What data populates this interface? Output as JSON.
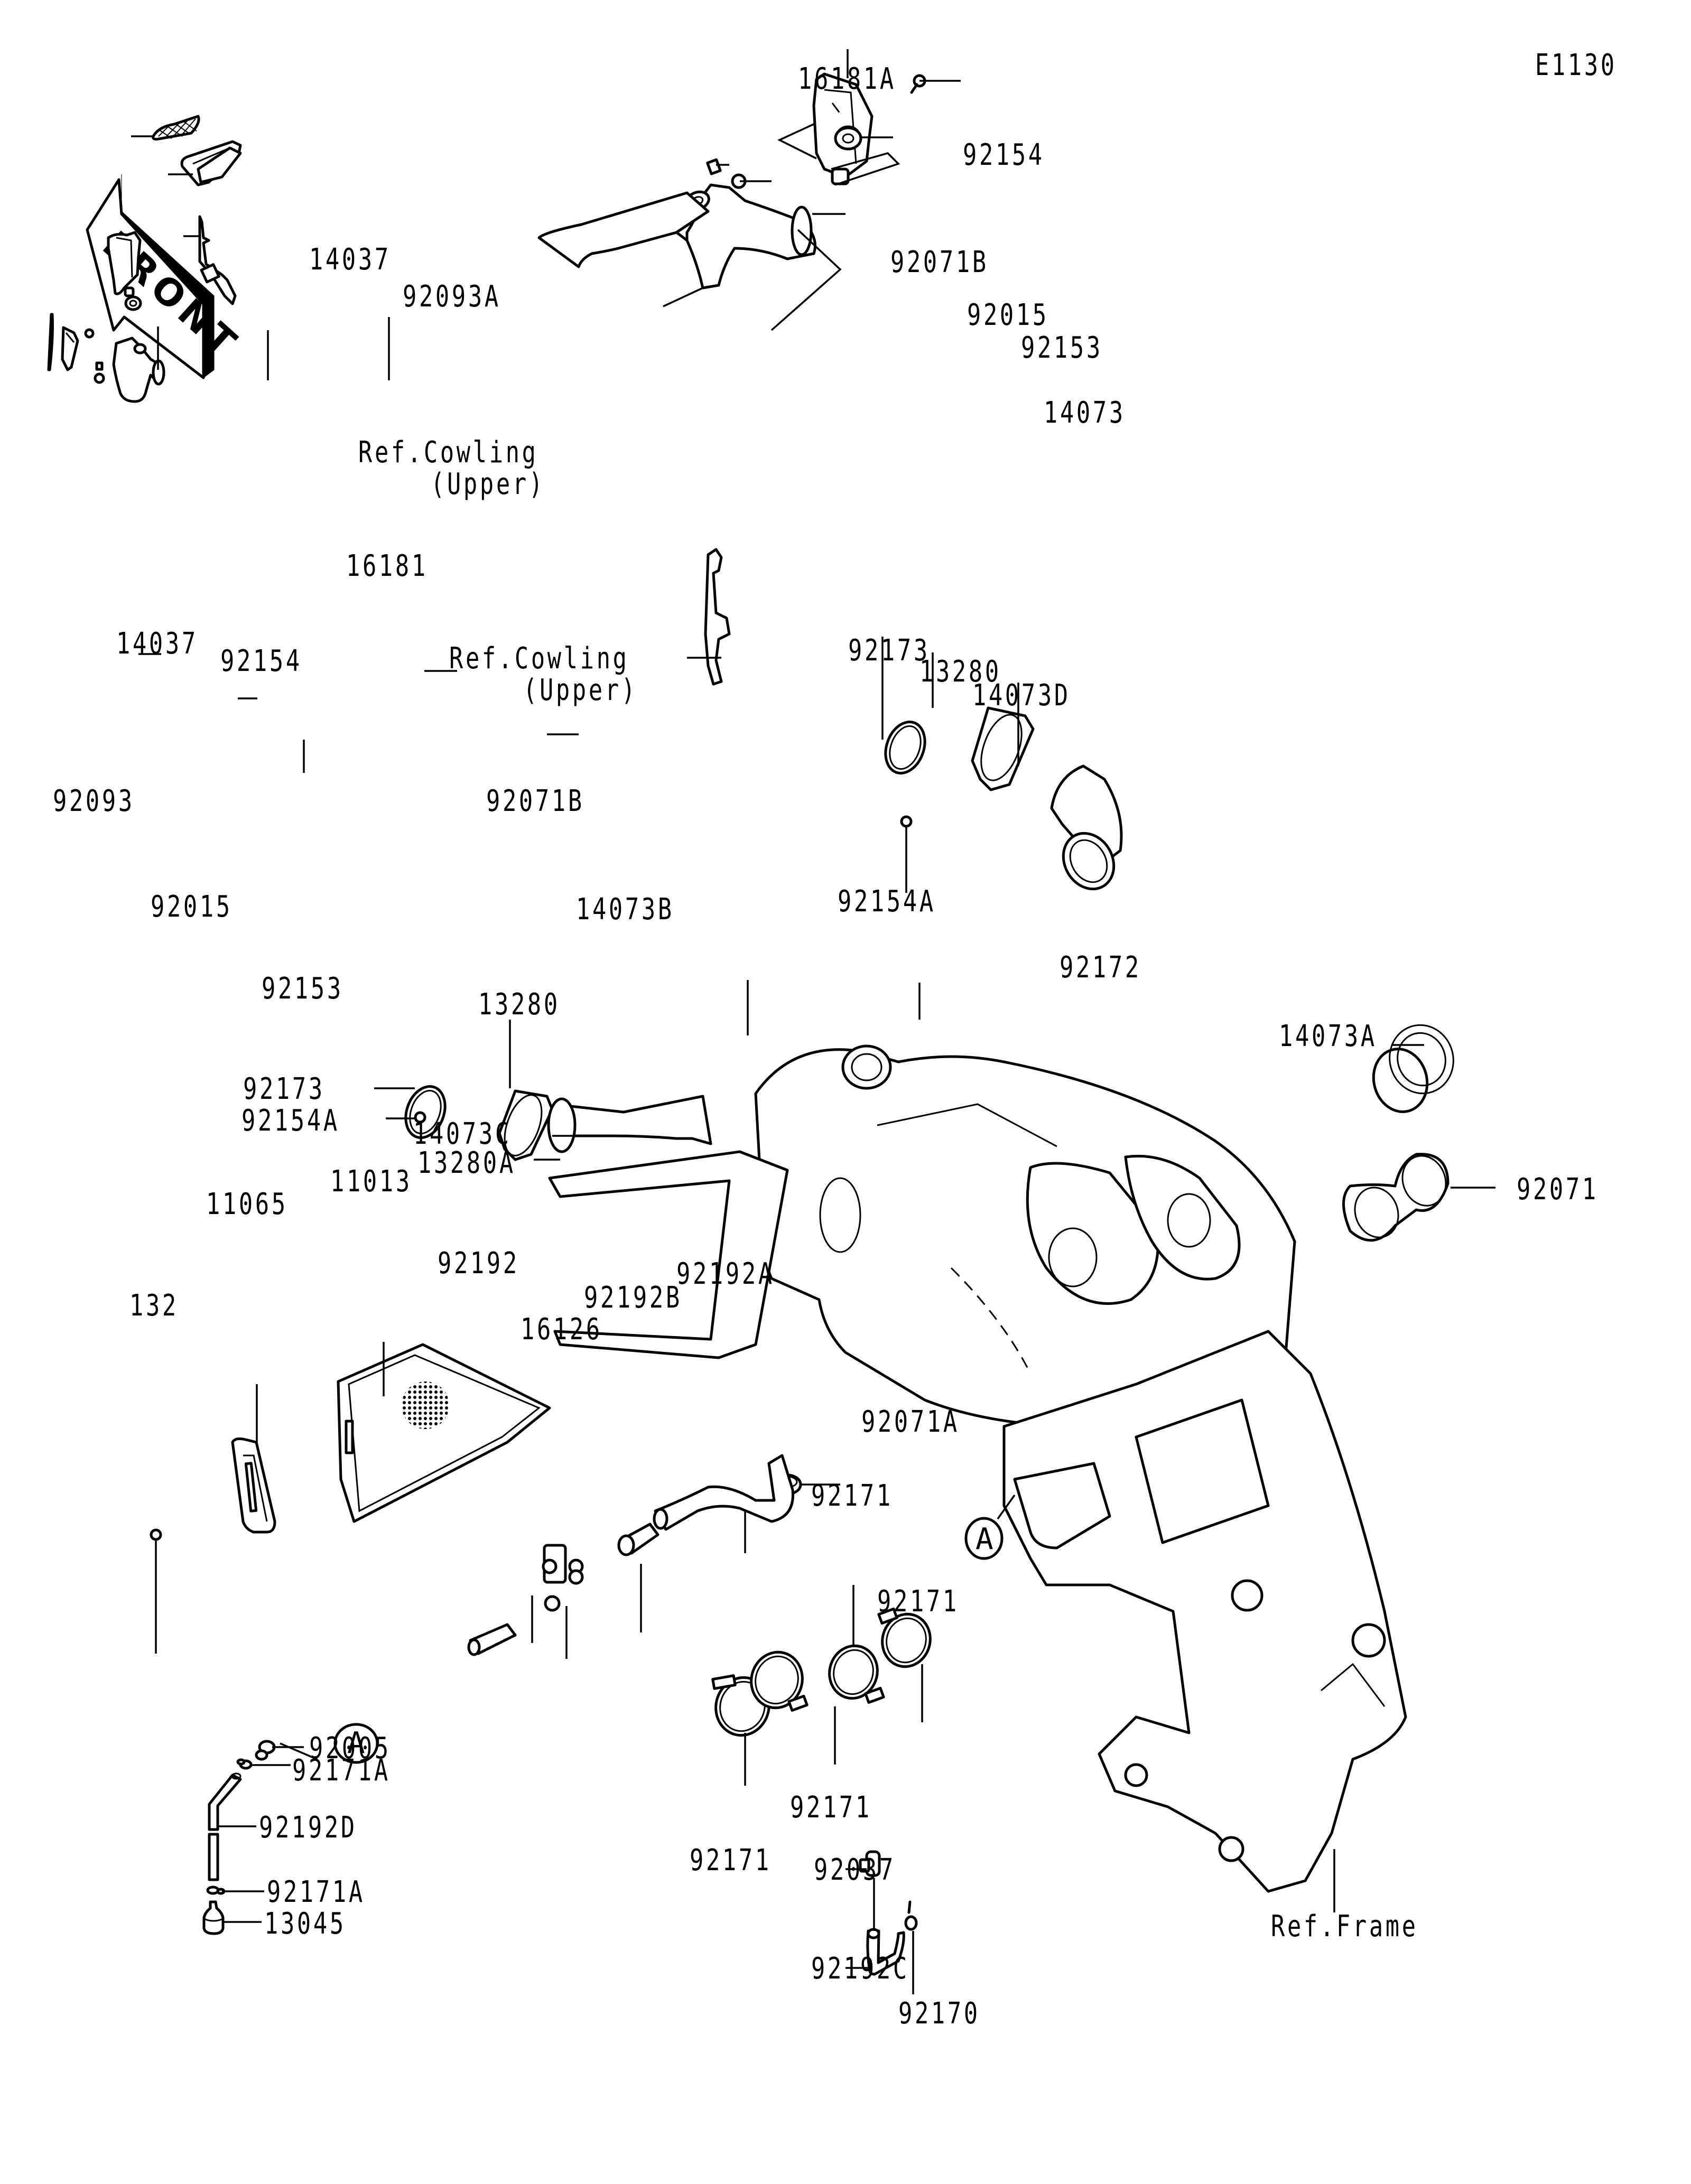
{
  "diagram": {
    "id_code": "E1130",
    "front_label": "FRONT",
    "icons": {
      "front_arrow": "front-direction-arrow-icon",
      "ref_circle": "reference-circle-marker"
    },
    "ref_markers": [
      {
        "key": "a_main",
        "text": "A"
      },
      {
        "key": "a_sub",
        "text": "A"
      }
    ],
    "callouts": [
      {
        "key": "c16181A",
        "text": "16181A"
      },
      {
        "key": "c92154_top",
        "text": "92154"
      },
      {
        "key": "c14037_top",
        "text": "14037"
      },
      {
        "key": "c92071B_top",
        "text": "92071B"
      },
      {
        "key": "c92093A",
        "text": "92093A"
      },
      {
        "key": "c92015_top",
        "text": "92015"
      },
      {
        "key": "c92153_top",
        "text": "92153"
      },
      {
        "key": "c14073",
        "text": "14073"
      },
      {
        "key": "cRefCowl1_l1",
        "text": "Ref.Cowling"
      },
      {
        "key": "cRefCowl1_l2",
        "text": "(Upper)"
      },
      {
        "key": "c16181",
        "text": "16181"
      },
      {
        "key": "c14037_left",
        "text": "14037"
      },
      {
        "key": "c92154_left",
        "text": "92154"
      },
      {
        "key": "cRefCowl2_l1",
        "text": "Ref.Cowling"
      },
      {
        "key": "cRefCowl2_l2",
        "text": "(Upper)"
      },
      {
        "key": "c92173_right",
        "text": "92173"
      },
      {
        "key": "c13280_right",
        "text": "13280"
      },
      {
        "key": "c14073D",
        "text": "14073D"
      },
      {
        "key": "c92093",
        "text": "92093"
      },
      {
        "key": "c92071B_left",
        "text": "92071B"
      },
      {
        "key": "c92154A_right",
        "text": "92154A"
      },
      {
        "key": "c92015_left",
        "text": "92015"
      },
      {
        "key": "c14073B",
        "text": "14073B"
      },
      {
        "key": "c92172",
        "text": "92172"
      },
      {
        "key": "c92153_left",
        "text": "92153"
      },
      {
        "key": "c13280_left",
        "text": "13280"
      },
      {
        "key": "c14073A",
        "text": "14073A"
      },
      {
        "key": "c92173_left",
        "text": "92173"
      },
      {
        "key": "c92071",
        "text": "92071"
      },
      {
        "key": "c92154A_left",
        "text": "92154A"
      },
      {
        "key": "c14073C",
        "text": "14073C"
      },
      {
        "key": "c13280A",
        "text": "13280A"
      },
      {
        "key": "c11013",
        "text": "11013"
      },
      {
        "key": "c11065",
        "text": "11065"
      },
      {
        "key": "c92071A",
        "text": "92071A"
      },
      {
        "key": "c92192",
        "text": "92192"
      },
      {
        "key": "c92192A",
        "text": "92192A"
      },
      {
        "key": "c92171_top",
        "text": "92171"
      },
      {
        "key": "c132",
        "text": "132"
      },
      {
        "key": "c92192B",
        "text": "92192B"
      },
      {
        "key": "c16126",
        "text": "16126"
      },
      {
        "key": "c92171_mid",
        "text": "92171"
      },
      {
        "key": "c92005",
        "text": "92005"
      },
      {
        "key": "c92171A_top",
        "text": "92171A"
      },
      {
        "key": "c92171_low",
        "text": "92171"
      },
      {
        "key": "c92171_bot",
        "text": "92171"
      },
      {
        "key": "c92037",
        "text": "92037"
      },
      {
        "key": "cRefFrame",
        "text": "Ref.Frame"
      },
      {
        "key": "c92192D",
        "text": "92192D"
      },
      {
        "key": "c92192C",
        "text": "92192C"
      },
      {
        "key": "c92170",
        "text": "92170"
      },
      {
        "key": "c92171A_bot",
        "text": "92171A"
      },
      {
        "key": "c13045",
        "text": "13045"
      }
    ],
    "parts_list": [
      "11013",
      "11065",
      "132",
      "13045",
      "13280",
      "13280A",
      "14037",
      "14073",
      "14073A",
      "14073B",
      "14073C",
      "14073D",
      "16126",
      "16181",
      "16181A",
      "92005",
      "92015",
      "92037",
      "92071",
      "92071A",
      "92071B",
      "92093",
      "92093A",
      "92153",
      "92154",
      "92154A",
      "92170",
      "92171",
      "92171A",
      "92172",
      "92173",
      "92192",
      "92192A",
      "92192B",
      "92192C",
      "92192D"
    ],
    "references": [
      "Ref.Cowling (Upper)",
      "Ref.Frame"
    ]
  }
}
